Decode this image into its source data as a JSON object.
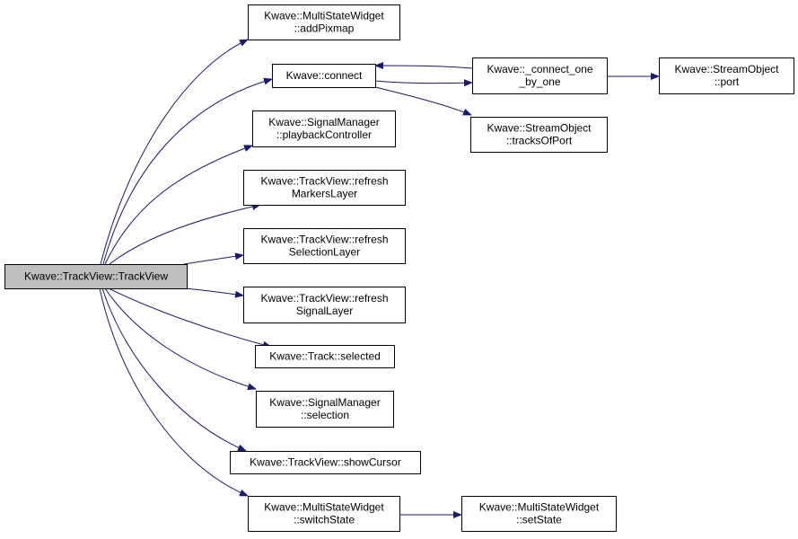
{
  "graph": {
    "nodes": [
      {
        "id": "root",
        "lines": [
          "Kwave::TrackView::TrackView"
        ],
        "root": true
      },
      {
        "id": "addPixmap",
        "lines": [
          "Kwave::MultiStateWidget",
          "::addPixmap"
        ]
      },
      {
        "id": "connect",
        "lines": [
          "Kwave::connect"
        ]
      },
      {
        "id": "playbackController",
        "lines": [
          "Kwave::SignalManager",
          "::playbackController"
        ]
      },
      {
        "id": "refreshMarkers",
        "lines": [
          "Kwave::TrackView::refresh",
          "MarkersLayer"
        ]
      },
      {
        "id": "refreshSelection",
        "lines": [
          "Kwave::TrackView::refresh",
          "SelectionLayer"
        ]
      },
      {
        "id": "refreshSignal",
        "lines": [
          "Kwave::TrackView::refresh",
          "SignalLayer"
        ]
      },
      {
        "id": "trackSelected",
        "lines": [
          "Kwave::Track::selected"
        ]
      },
      {
        "id": "selection",
        "lines": [
          "Kwave::SignalManager",
          "::selection"
        ]
      },
      {
        "id": "showCursor",
        "lines": [
          "Kwave::TrackView::showCursor"
        ]
      },
      {
        "id": "switchState",
        "lines": [
          "Kwave::MultiStateWidget",
          "::switchState"
        ]
      },
      {
        "id": "connectOne",
        "lines": [
          "Kwave::_connect_one",
          "_by_one"
        ]
      },
      {
        "id": "tracksOfPort",
        "lines": [
          "Kwave::StreamObject",
          "::tracksOfPort"
        ]
      },
      {
        "id": "port",
        "lines": [
          "Kwave::StreamObject",
          "::port"
        ]
      },
      {
        "id": "setState",
        "lines": [
          "Kwave::MultiStateWidget",
          "::setState"
        ]
      }
    ],
    "edges": [
      {
        "from": "root",
        "to": "addPixmap"
      },
      {
        "from": "root",
        "to": "connect"
      },
      {
        "from": "root",
        "to": "playbackController"
      },
      {
        "from": "root",
        "to": "refreshMarkers"
      },
      {
        "from": "root",
        "to": "refreshSelection"
      },
      {
        "from": "root",
        "to": "refreshSignal"
      },
      {
        "from": "root",
        "to": "trackSelected"
      },
      {
        "from": "root",
        "to": "selection"
      },
      {
        "from": "root",
        "to": "showCursor"
      },
      {
        "from": "root",
        "to": "switchState"
      },
      {
        "from": "connect",
        "to": "connectOne"
      },
      {
        "from": "connectOne",
        "to": "connect"
      },
      {
        "from": "connect",
        "to": "tracksOfPort"
      },
      {
        "from": "connectOne",
        "to": "port"
      },
      {
        "from": "switchState",
        "to": "setState"
      }
    ],
    "colors": {
      "edge": "#191970",
      "root_fill": "#bfbfbf",
      "node_fill": "#ffffff",
      "border": "#000000"
    }
  }
}
